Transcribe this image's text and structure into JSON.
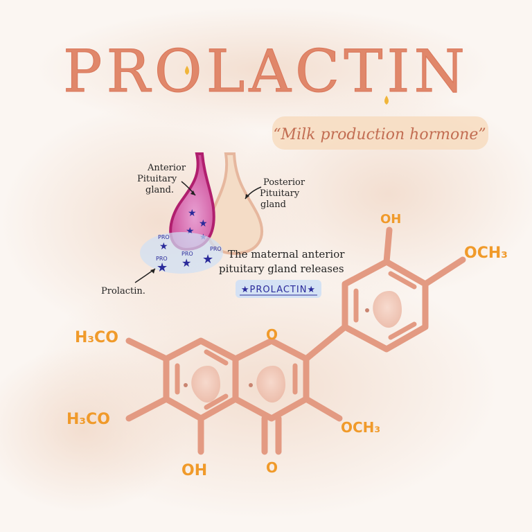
{
  "title": "PROLACTIN",
  "subtitle": "“Milk production hormone”",
  "diagram": {
    "anterior_label": [
      "Anterior",
      "Pituitary",
      "gland."
    ],
    "posterior_label": [
      "Posterior",
      "Pituitary",
      "gland"
    ],
    "pro_tag": "PRO",
    "prolactin_label": "Prolactin.",
    "release_text": [
      "The maternal anterior",
      "pituitary gland releases"
    ],
    "release_highlight": "★PROLACTIN★"
  },
  "molecule": {
    "groups": {
      "oh_top": "OH",
      "och3_right": "OCH₃",
      "h3co_upper": "H₃CO",
      "h3co_lower": "H₃CO",
      "oh_bottom": "OH",
      "ring_oxygen": "O",
      "carbonyl_oxygen": "O",
      "och3_mid": "OCH₃"
    }
  },
  "colors": {
    "title": "#e0876a",
    "bond": "#e39a82",
    "group_label": "#f09a2a",
    "anterior_gland": "#cc3a8c",
    "posterior_gland": "#f4dcc6",
    "star": "#2a2a9a",
    "ink": "#222222"
  }
}
